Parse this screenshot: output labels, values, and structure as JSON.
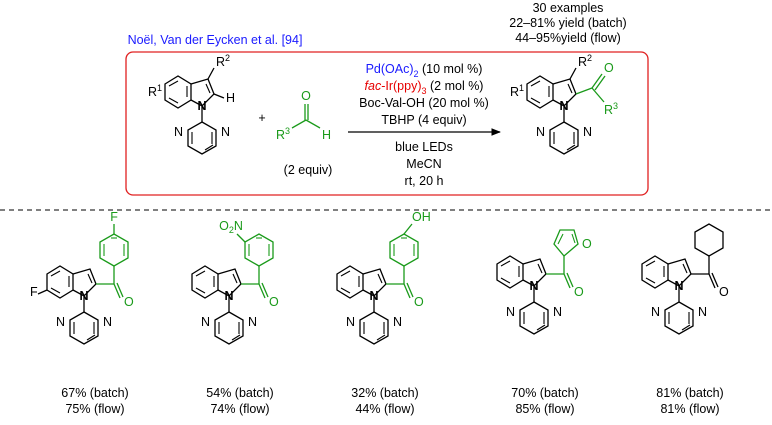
{
  "header": {
    "citation": "Noël, Van der Eycken et al. [94]",
    "examples": "30 examples",
    "yield_batch": "22–81% yield (batch)",
    "yield_flow": "44–95%yield (flow)"
  },
  "reaction": {
    "plus": "+",
    "aldehyde_equiv": "(2 equiv)",
    "pd_loading": " (10 mol %)",
    "ir_loading": " (2 mol %)",
    "ligand": "Boc-Val-OH (20 mol %)",
    "oxidant": "TBHP (4 equiv)",
    "light": "blue LEDs",
    "solvent": "MeCN",
    "time_temp": "rt, 20 h"
  },
  "colors": {
    "citation": "#1a1aff",
    "palladium": "#1a1aff",
    "iridium": "#e60000",
    "acyl_group": "#1a9a1a",
    "box_border": "#e02020"
  },
  "examples": [
    {
      "batch": "67% (batch)",
      "flow": "75% (flow)"
    },
    {
      "batch": "54% (batch)",
      "flow": "74% (flow)"
    },
    {
      "batch": "32% (batch)",
      "flow": "44% (flow)"
    },
    {
      "batch": "70% (batch)",
      "flow": "85% (flow)"
    },
    {
      "batch": "81% (batch)",
      "flow": "81% (flow)"
    }
  ]
}
